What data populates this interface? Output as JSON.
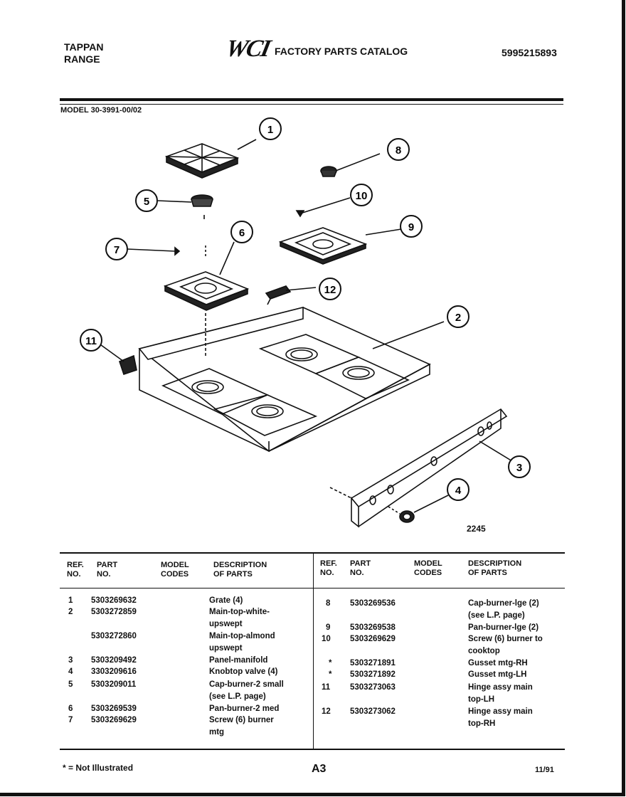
{
  "header": {
    "brand_line1": "TAPPAN",
    "brand_line2": "RANGE",
    "logo_text": "WCI",
    "catalog_title": "FACTORY PARTS CATALOG",
    "catalog_number": "5995215893",
    "model": "MODEL 30-3991-00/02"
  },
  "diagram": {
    "callouts": [
      "1",
      "2",
      "3",
      "4",
      "5",
      "6",
      "7",
      "8",
      "9",
      "10",
      "11",
      "12"
    ],
    "figure_number": "2245"
  },
  "table": {
    "headers": {
      "ref": "REF.\nNO.",
      "part": "PART\nNO.",
      "codes": "MODEL\nCODES",
      "desc": "DESCRIPTION\nOF PARTS"
    },
    "left_rows": [
      {
        "ref": "1",
        "part": "5303269632",
        "desc": "Grate (4)"
      },
      {
        "ref": "2",
        "part": "5303272859",
        "desc": "Main-top-white-\nupswept"
      },
      {
        "ref": "",
        "part": "5303272860",
        "desc": "Main-top-almond\nupswept"
      },
      {
        "ref": "3",
        "part": "5303209492",
        "desc": "Panel-manifold"
      },
      {
        "ref": "4",
        "part": "3303209616",
        "desc": "Knobtop valve (4)"
      },
      {
        "ref": "5",
        "part": "5303209011",
        "desc": "Cap-burner-2 small\n(see L.P. page)"
      },
      {
        "ref": "6",
        "part": "5303269539",
        "desc": "Pan-burner-2 med"
      },
      {
        "ref": "7",
        "part": "5303269629",
        "desc": "Screw (6) burner\nmtg"
      }
    ],
    "right_rows": [
      {
        "ref": "8",
        "part": "5303269536",
        "desc": "Cap-burner-lge (2)\n(see L.P. page)"
      },
      {
        "ref": "9",
        "part": "5303269538",
        "desc": "Pan-burner-lge (2)"
      },
      {
        "ref": "10",
        "part": "5303269629",
        "desc": "Screw (6) burner to\ncooktop"
      },
      {
        "ref": "*",
        "part": "5303271891",
        "desc": "Gusset mtg-RH"
      },
      {
        "ref": "*",
        "part": "5303271892",
        "desc": "Gusset mtg-LH"
      },
      {
        "ref": "11",
        "part": "5303273063",
        "desc": "Hinge assy main\ntop-LH"
      },
      {
        "ref": "12",
        "part": "5303273062",
        "desc": "Hinge assy main\ntop-RH"
      }
    ]
  },
  "footer": {
    "note": "* = Not Illustrated",
    "page": "A3",
    "date": "11/91"
  }
}
